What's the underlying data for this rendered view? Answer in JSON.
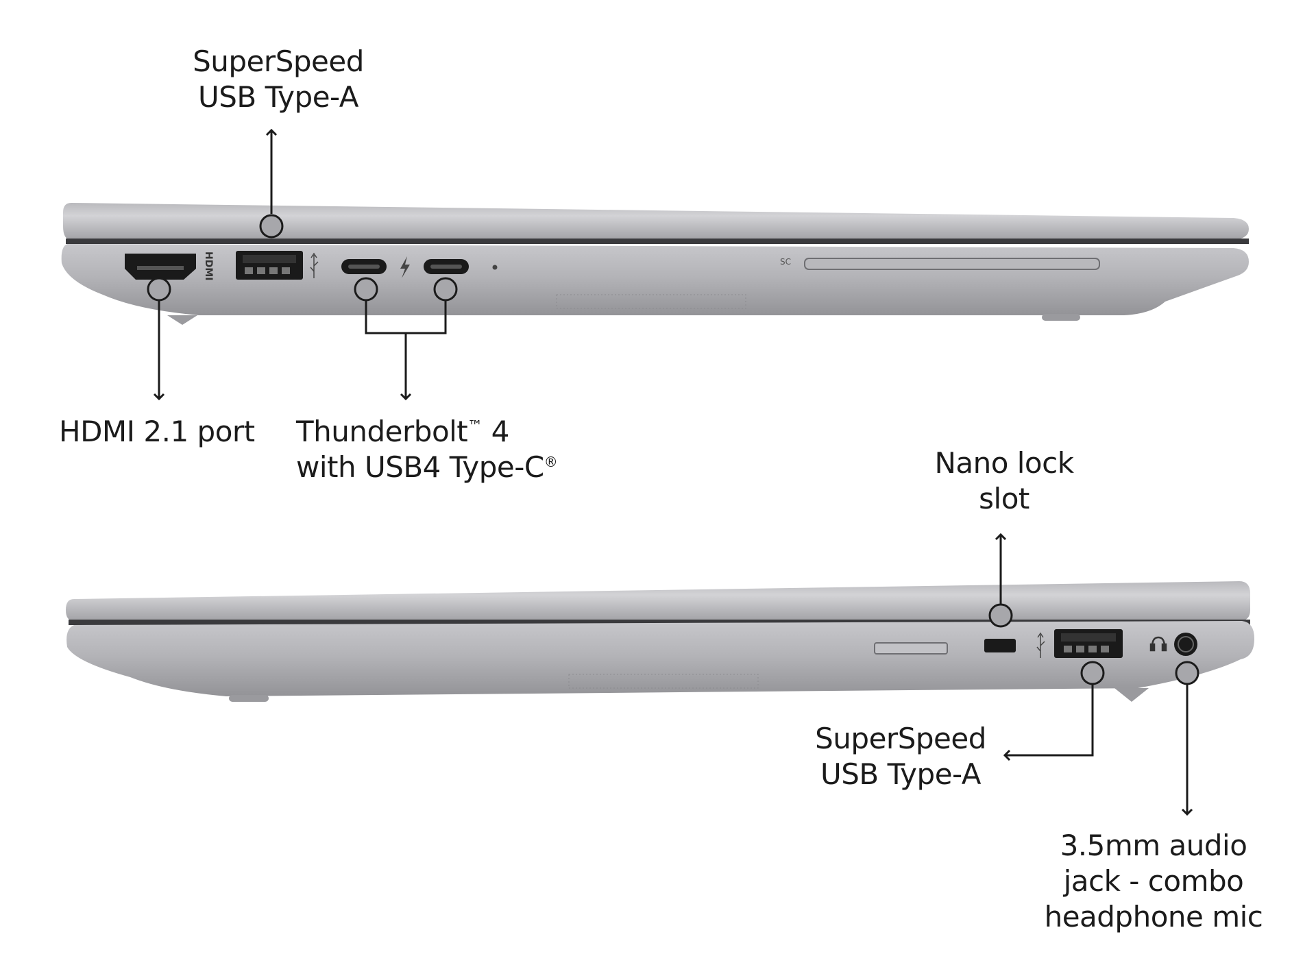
{
  "labels": {
    "usb_a_top": [
      "SuperSpeed",
      "USB Type-A"
    ],
    "hdmi": "HDMI 2.1 port",
    "thunderbolt": {
      "line1_text": "Thunderbolt",
      "line1_tm": "™",
      "line1_end": " 4",
      "line2_text": "with USB4 Type-C",
      "line2_reg": "®"
    },
    "nano_lock": [
      "Nano lock",
      "slot"
    ],
    "usb_a_bottom": [
      "SuperSpeed",
      "USB Type-A"
    ],
    "audio_jack": [
      "3.5mm audio",
      "jack - combo",
      "headphone mic"
    ]
  },
  "port_markings": {
    "hdmi_logo": "HDMI",
    "sc_label": "SC"
  },
  "icons": {
    "hdmi_port": "hdmi-port-icon",
    "usb_a_port": "usb-a-port-icon",
    "usb_c_port": "usb-c-port-icon",
    "thunderbolt_bolt": "thunderbolt-icon",
    "ss_usb_symbol": "superspeed-usb-icon",
    "headphone": "headphone-icon",
    "lock_slot": "lock-slot-icon"
  },
  "colors": {
    "chassis": "#a9a9ad",
    "chassis_light": "#c6c6ca",
    "chassis_dark": "#8e8e93",
    "port": "#1a1a1a",
    "callout": "#1b1b1b",
    "background": "#ffffff"
  }
}
